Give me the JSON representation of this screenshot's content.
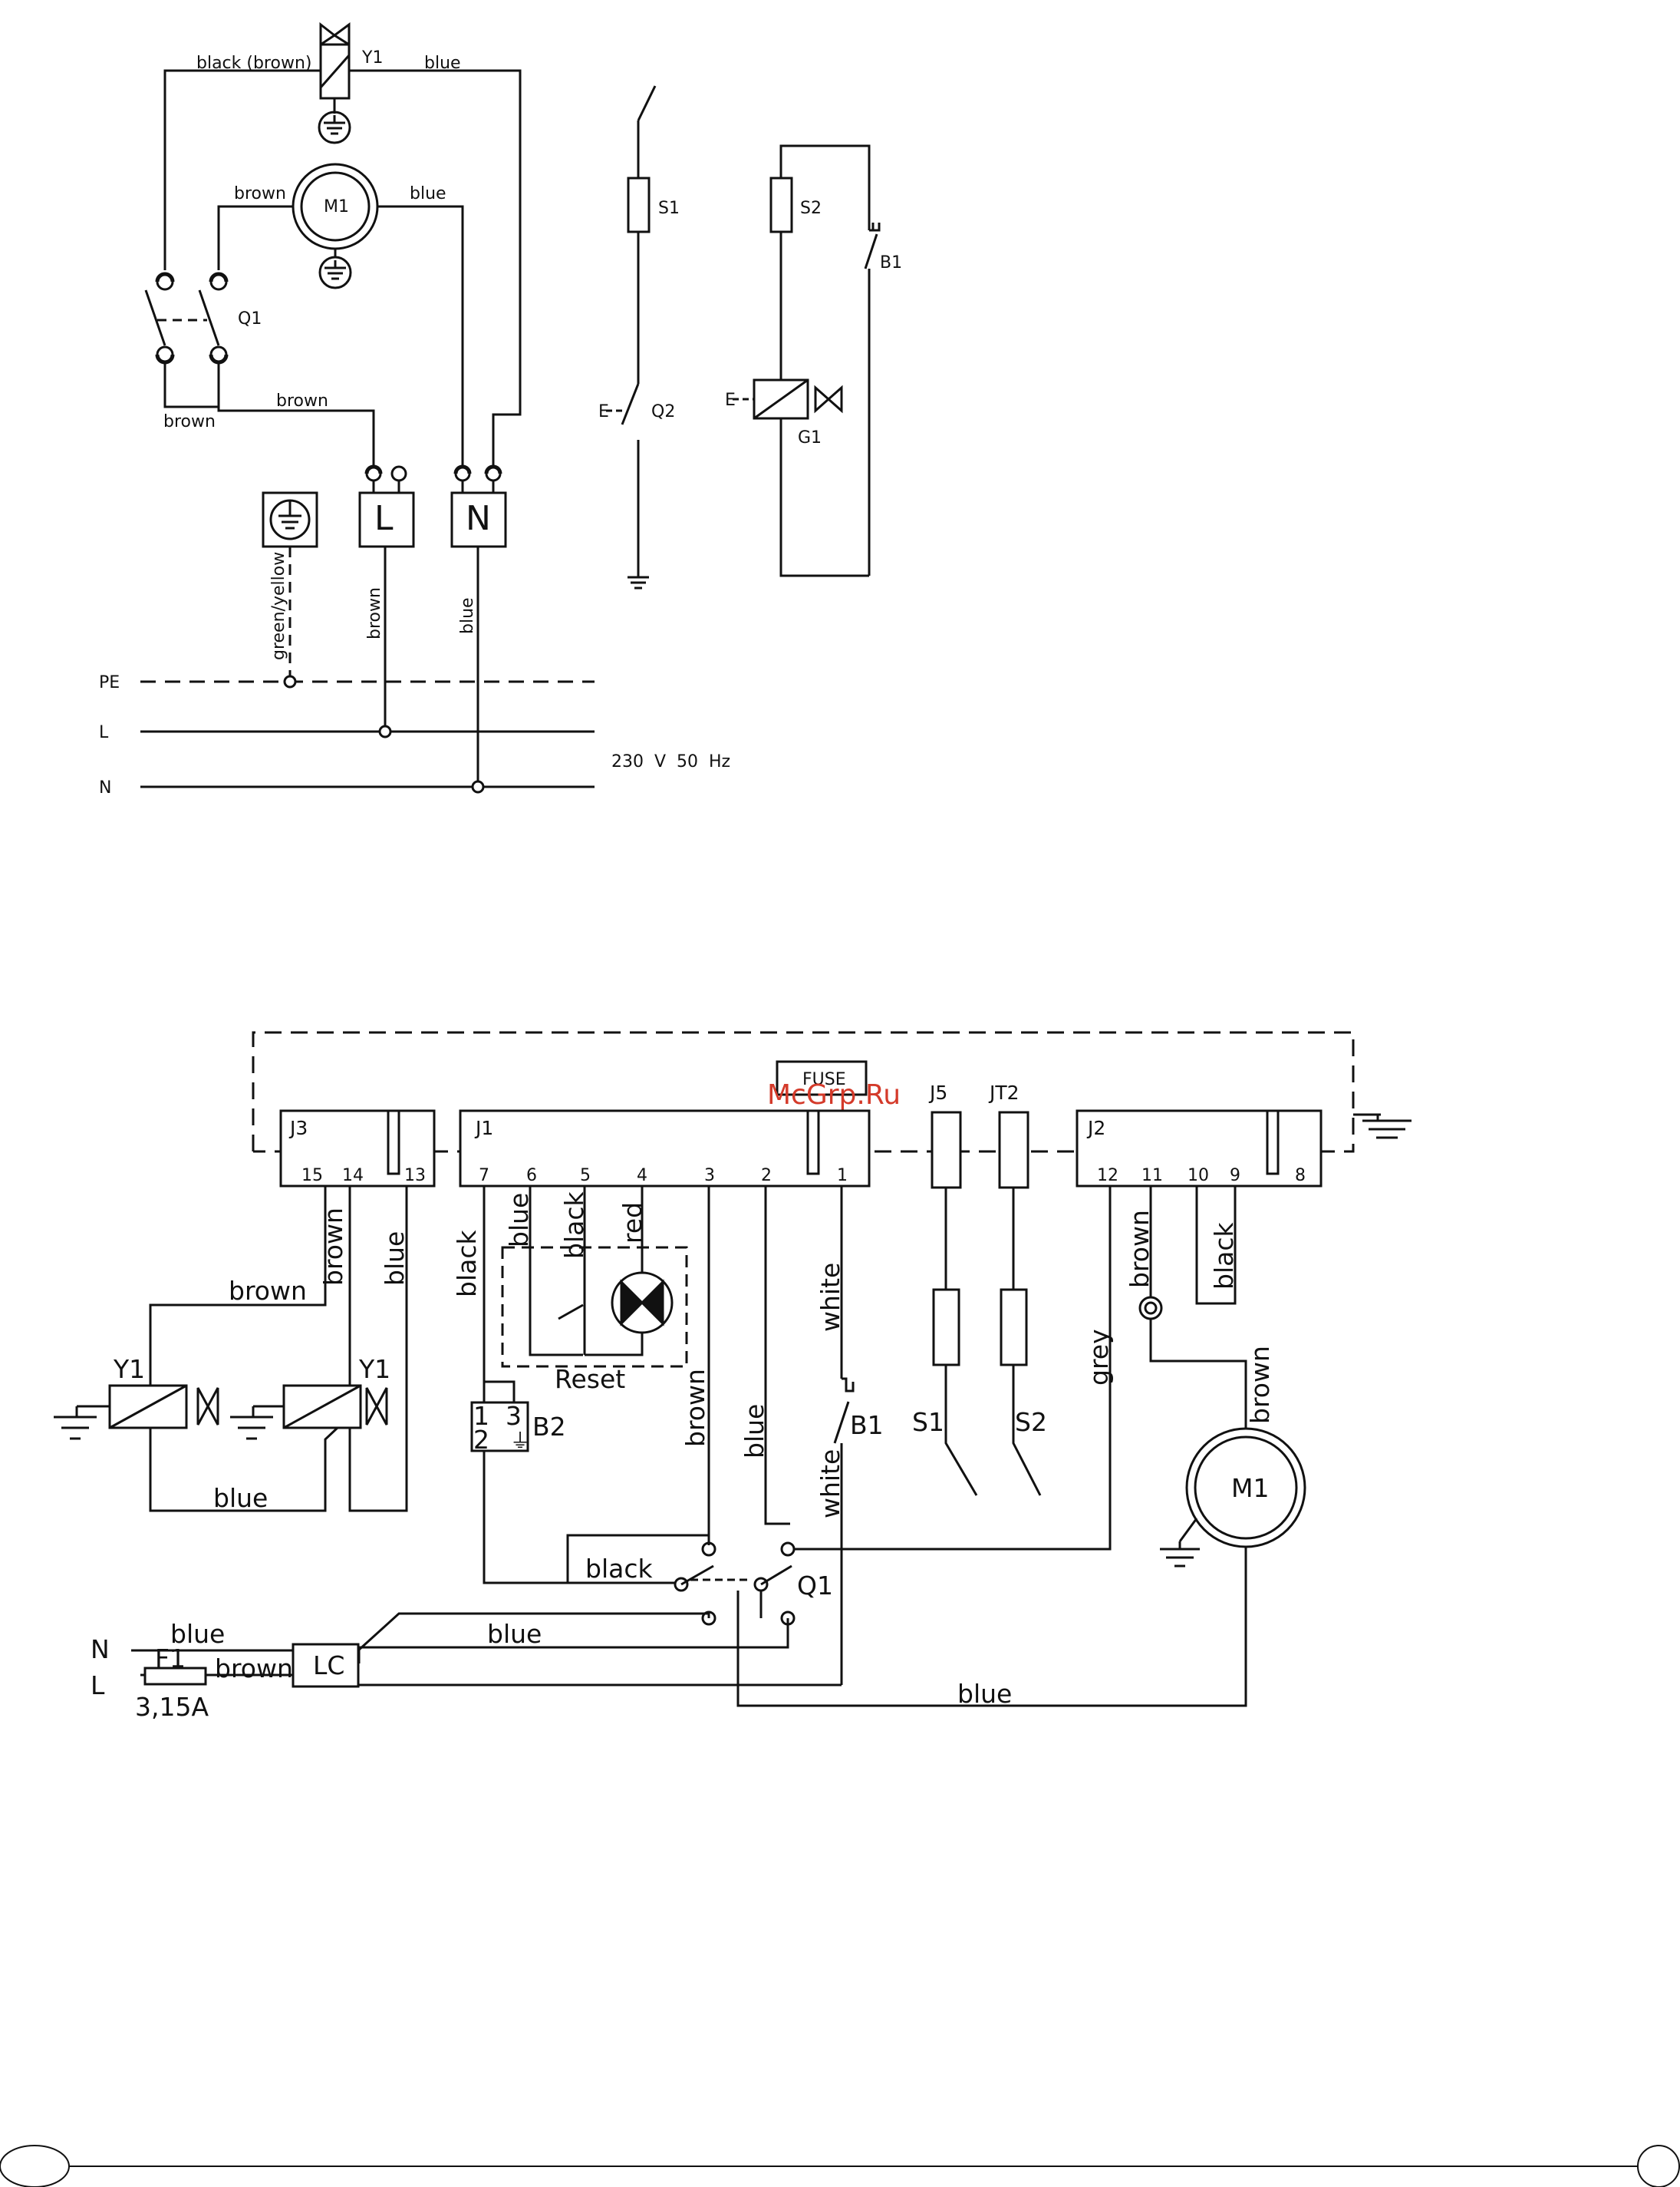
{
  "top": {
    "comp": {
      "y1": "Y1",
      "m1": "M1",
      "q1": "Q1",
      "l": "L",
      "n": "N",
      "s1": "S1",
      "s2": "S2",
      "b1": "B1",
      "q2": "Q2",
      "g1": "G1",
      "e1": "E",
      "e2": "E"
    },
    "wires": {
      "black_brown": "black (brown)",
      "blue_y1": "blue",
      "brown_m1": "brown",
      "blue_m1": "blue",
      "brown_q1": "brown",
      "brown_q1_left": "brown",
      "green_yellow": "green/yellow",
      "brown_l": "brown",
      "blue_n": "blue"
    },
    "rails": {
      "pe": "PE",
      "l": "L",
      "n": "N"
    },
    "supply": "230  V  50  Hz"
  },
  "bottom": {
    "blocks": {
      "j3": "J3",
      "j1": "J1",
      "j2": "J2",
      "j5": "J5",
      "jt2": "JT2",
      "fuse": "FUSE",
      "lc": "LC"
    },
    "pins": {
      "j3": [
        "15",
        "14",
        "13"
      ],
      "j1": [
        "7",
        "6",
        "5",
        "4",
        "3",
        "2",
        "1"
      ],
      "j2": [
        "12",
        "11",
        "10",
        "9",
        "8"
      ]
    },
    "comp": {
      "y1a": "Y1",
      "y1b": "Y1",
      "b2": "B2",
      "b2_p1": "1",
      "b2_p2": "2",
      "b2_p3": "3",
      "b1": "B1",
      "s1": "S1",
      "s2": "S2",
      "m1": "M1",
      "q1": "Q1",
      "reset": "Reset",
      "f1": "F1",
      "f1_rating": "3,15A",
      "n": "N",
      "l": "L"
    },
    "wires": {
      "brown_j3": "brown",
      "blue_j3": "blue",
      "brown_y1": "brown",
      "blue_y1": "blue",
      "black_j1": "black",
      "blue_j1": "blue",
      "black_j1b": "black",
      "red_j1": "red",
      "brown_j1": "brown",
      "blue_j1b": "blue",
      "white_1": "white",
      "white_2": "white",
      "black_q1": "black",
      "blue_n": "blue",
      "blue_lc": "blue",
      "brown_l": "brown",
      "grey": "grey",
      "brown_j2": "brown",
      "black_j2": "black",
      "brown_m1": "brown",
      "blue_m1": "blue"
    }
  },
  "watermark": "McGrp.Ru"
}
